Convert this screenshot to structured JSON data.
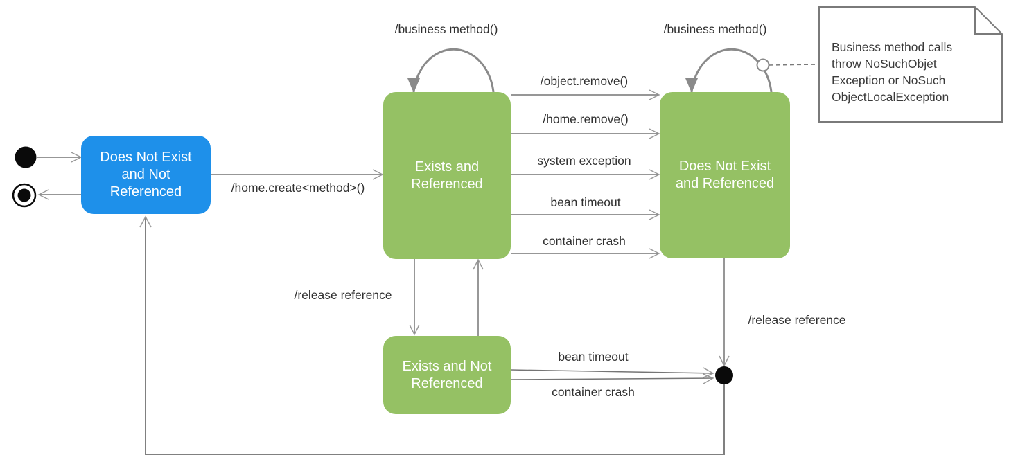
{
  "diagram_type": "uml-state-diagram",
  "colors": {
    "state_blue": "#1E90EA",
    "state_green": "#95C164",
    "arc_gray": "#8A8A8A",
    "line_gray": "#757575",
    "arrowhead_gray": "#9A9A9A",
    "return_path_gray": "#808080",
    "note_border": "#7A7A7A",
    "label_text": "#303030",
    "state_text": "#FFFFFF"
  },
  "states": {
    "does_not_exist_not_referenced": {
      "label": "Does Not Exist\nand Not\nReferenced"
    },
    "exists_and_referenced": {
      "label": "Exists and\nReferenced"
    },
    "does_not_exist_referenced": {
      "label": "Does Not Exist\nand Referenced"
    },
    "exists_and_not_referenced": {
      "label": "Exists and Not\nReferenced"
    }
  },
  "transitions": {
    "business_method_left": "/business method()",
    "business_method_right": "/business method()",
    "home_create": "/home.create<method>()",
    "object_remove": "/object.remove()",
    "home_remove": "/home.remove()",
    "system_exception": "system exception",
    "bean_timeout_top": "bean timeout",
    "container_crash_top": "container crash",
    "release_reference_left": "/release reference",
    "bean_timeout_bottom": "bean timeout",
    "container_crash_bottom": "container crash",
    "release_reference_right": "/release reference"
  },
  "note": {
    "text": "Business method calls\nthrow NoSuchObjet\nException or NoSuch\nObjectLocalException"
  }
}
